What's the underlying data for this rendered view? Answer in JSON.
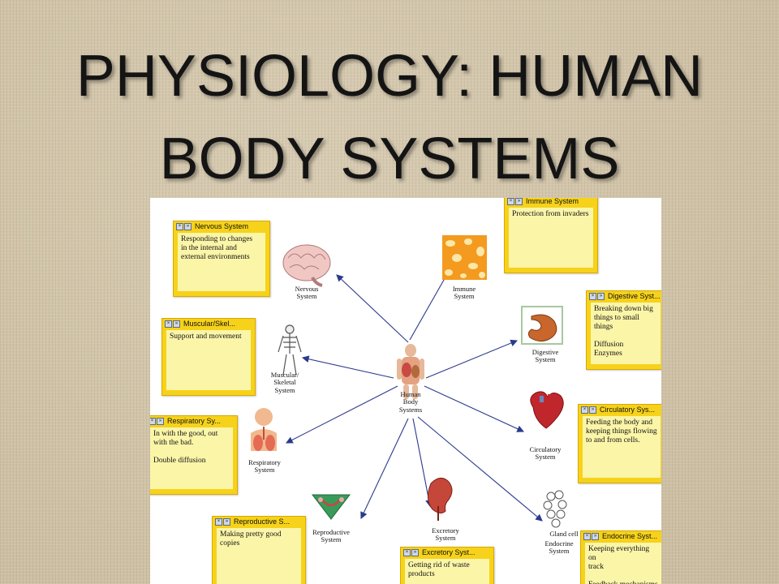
{
  "title": {
    "line1": "PHYSIOLOGY: HUMAN",
    "line2": "BODY SYSTEMS"
  },
  "center": {
    "label": "Human\nBody\nSystems"
  },
  "systems": {
    "nervous": "Nervous\nSystem",
    "immune": "Immune\nSystem",
    "digestive": "Digestive\nSystem",
    "circulatory": "Circulatory\nSystem",
    "endocrine": "Endocrine\nSystem",
    "endocrine_cell": "Gland cell",
    "excretory": "Excretory\nSystem",
    "reproductive": "Reproductive\nSystem",
    "respiratory": "Respiratory\nSystem",
    "muscular": "Muscular/\nSkeletal\nSystem"
  },
  "notes": {
    "nervous": {
      "title": "Nervous System",
      "text": "Responding to changes\nin the internal and\nexternal environments"
    },
    "immune": {
      "title": "Immune System",
      "text": "Protection from invaders"
    },
    "digestive": {
      "title": "Digestive Syst...",
      "text": "Breaking down big\nthings to small things\n\nDiffusion\nEnzymes"
    },
    "muscular": {
      "title": "Muscular/Skel...",
      "text": "Support and movement"
    },
    "circulatory": {
      "title": "Circulatory Sys...",
      "text": "Feeding the body and\nkeeping things flowing\nto and from cells."
    },
    "respiratory": {
      "title": "Respiratory Sy...",
      "text": "In with the good, out\nwith the bad.\n\nDouble diffusion"
    },
    "reproductive": {
      "title": "Reproductive S...",
      "text": "Making pretty good\ncopies"
    },
    "excretory": {
      "title": "Excretory Syst...",
      "text": "Getting rid of waste\nproducts"
    },
    "endocrine": {
      "title": "Endocrine Syst...",
      "text": "Keeping everything on\ntrack\n\nFeedback mechanisms"
    }
  },
  "colors": {
    "arrow": "#2b3a8c",
    "note": "#f6d21a",
    "note_body": "#fbf5a8"
  }
}
